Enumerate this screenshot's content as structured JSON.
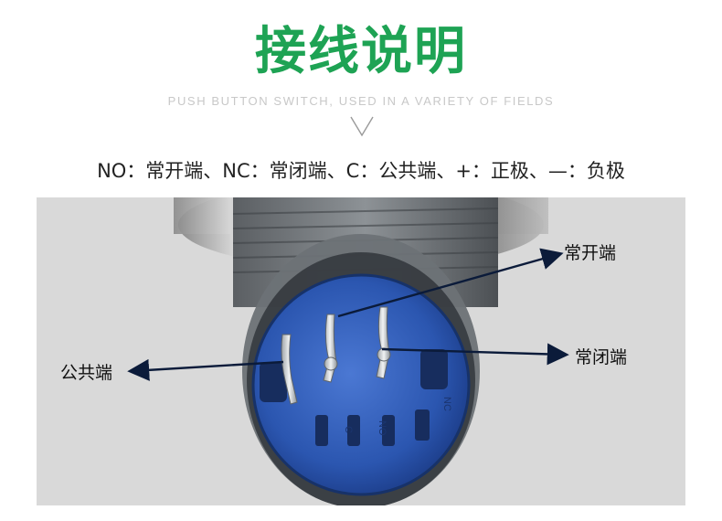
{
  "title": "接线说明",
  "subtitle": "PUSH BUTTON SWITCH, USED IN A VARIETY OF FIELDS",
  "legend": "NO：常开端、NC：常闭端、C：公共端、+：正极、—：负极",
  "callouts": {
    "normally_open": "常开端",
    "normally_closed": "常闭端",
    "common": "公共端"
  },
  "base_markings": {
    "no": "NO",
    "nc": "NC",
    "c": "C"
  },
  "colors": {
    "title": "#1ea354",
    "panel": "#d9d9d9",
    "switch_base": "#2d5bb5",
    "arrow": "#0b1b3a"
  }
}
